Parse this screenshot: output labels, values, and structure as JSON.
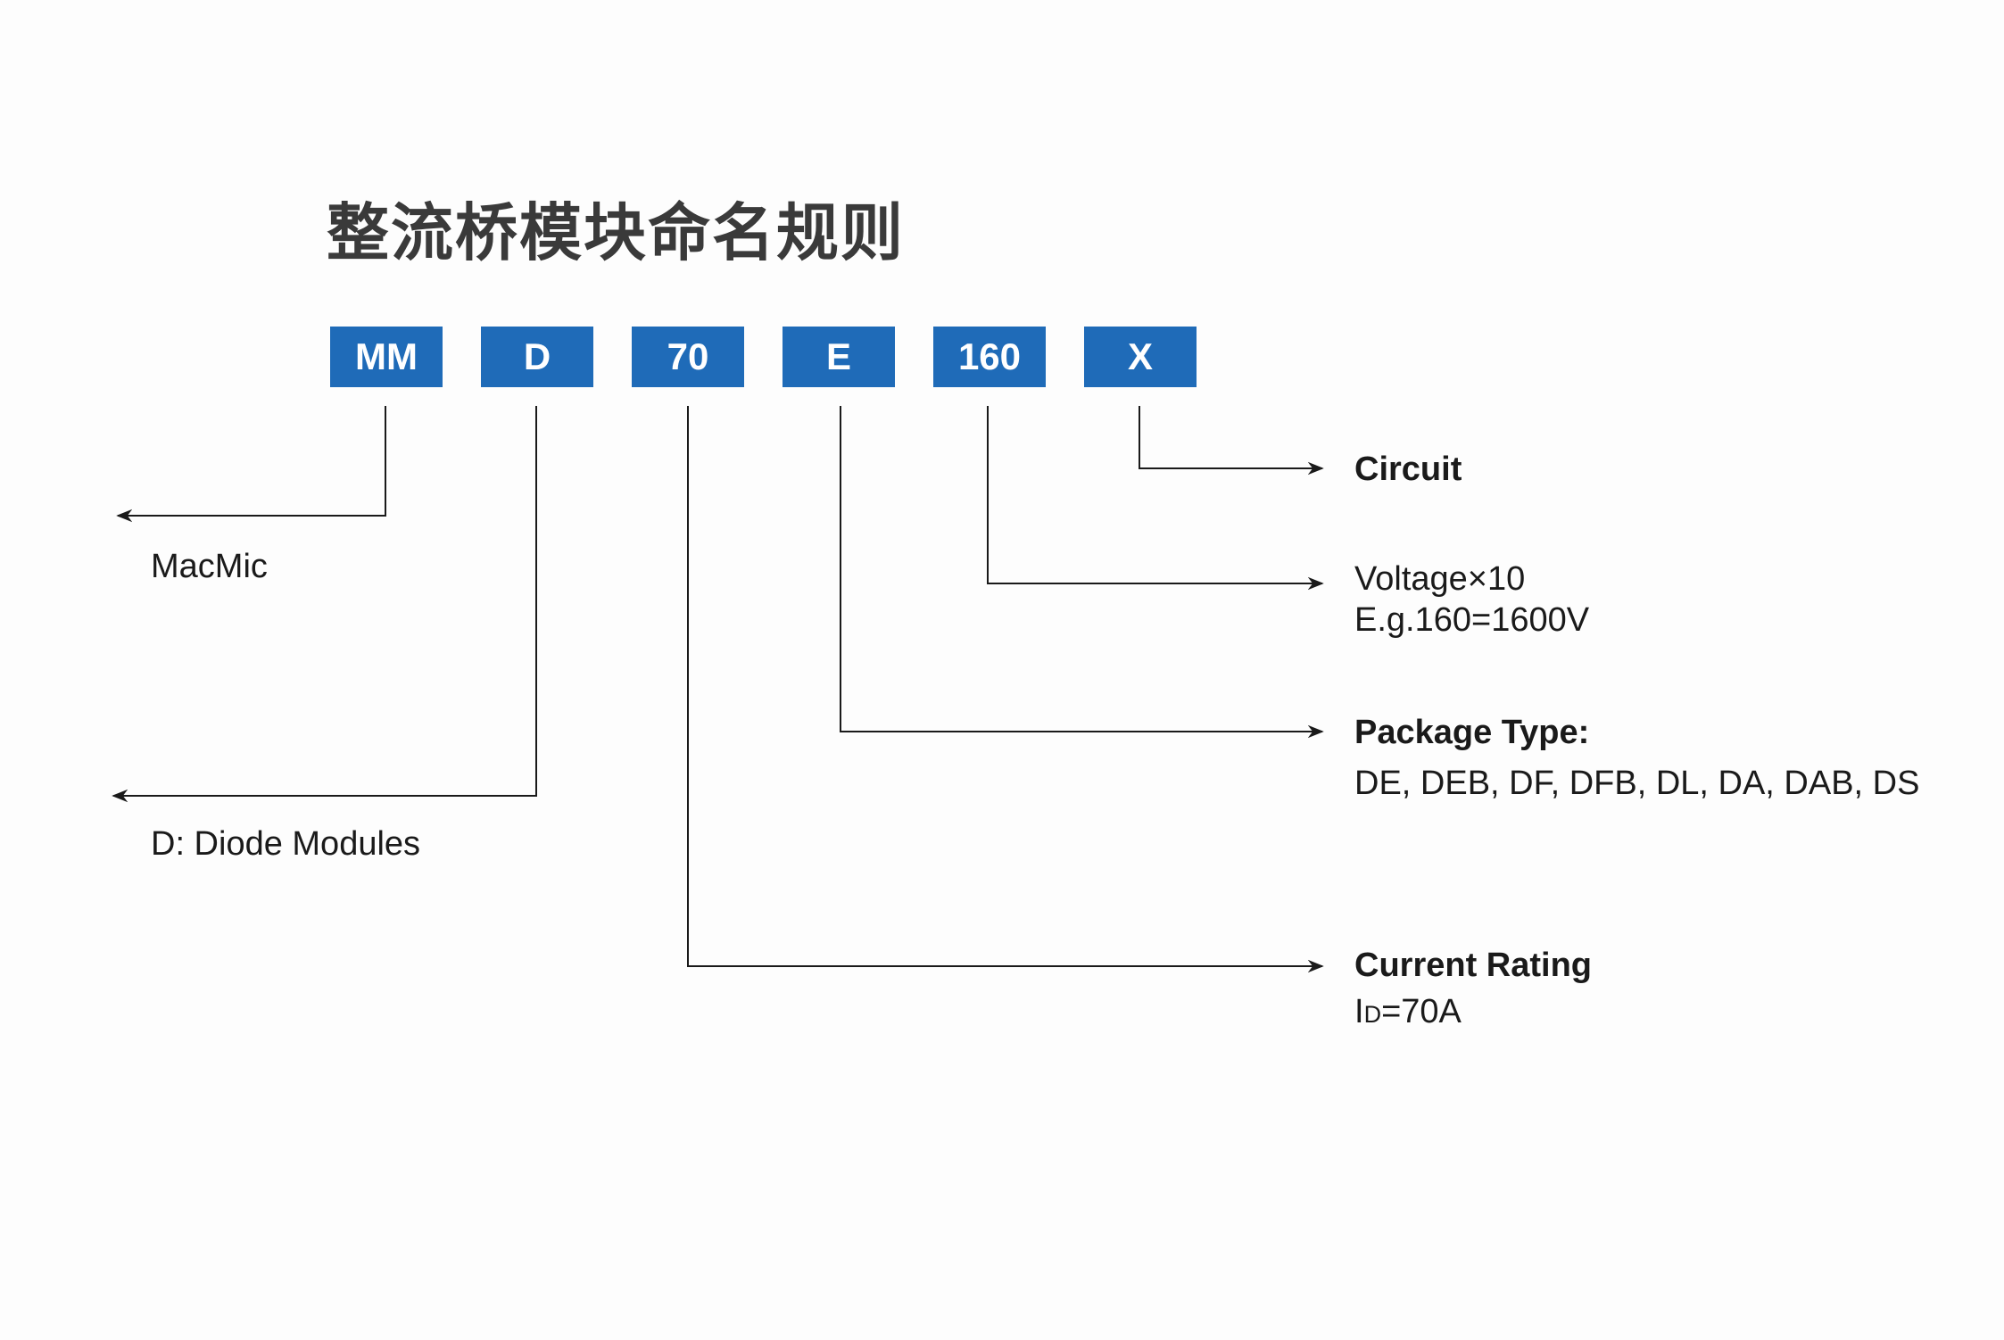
{
  "title": "整流桥模块命名规则",
  "codes": [
    "MM",
    "D",
    "70",
    "E",
    "160",
    "X"
  ],
  "left_labels": {
    "manufacturer": "MacMic",
    "type": "D: Diode Modules"
  },
  "right_labels": {
    "circuit": "Circuit",
    "voltage": "Voltage×10",
    "voltage_example": "E.g.160=1600V",
    "package_title": "Package Type:",
    "package_list": "DE, DEB, DF, DFB, DL, DA, DAB, DS",
    "current_title": "Current Rating",
    "current_symbol": "I",
    "current_subscript": "D",
    "current_value": "=70A"
  },
  "colors": {
    "code_box": "#1f6bb8",
    "line": "#1a1a1a"
  }
}
